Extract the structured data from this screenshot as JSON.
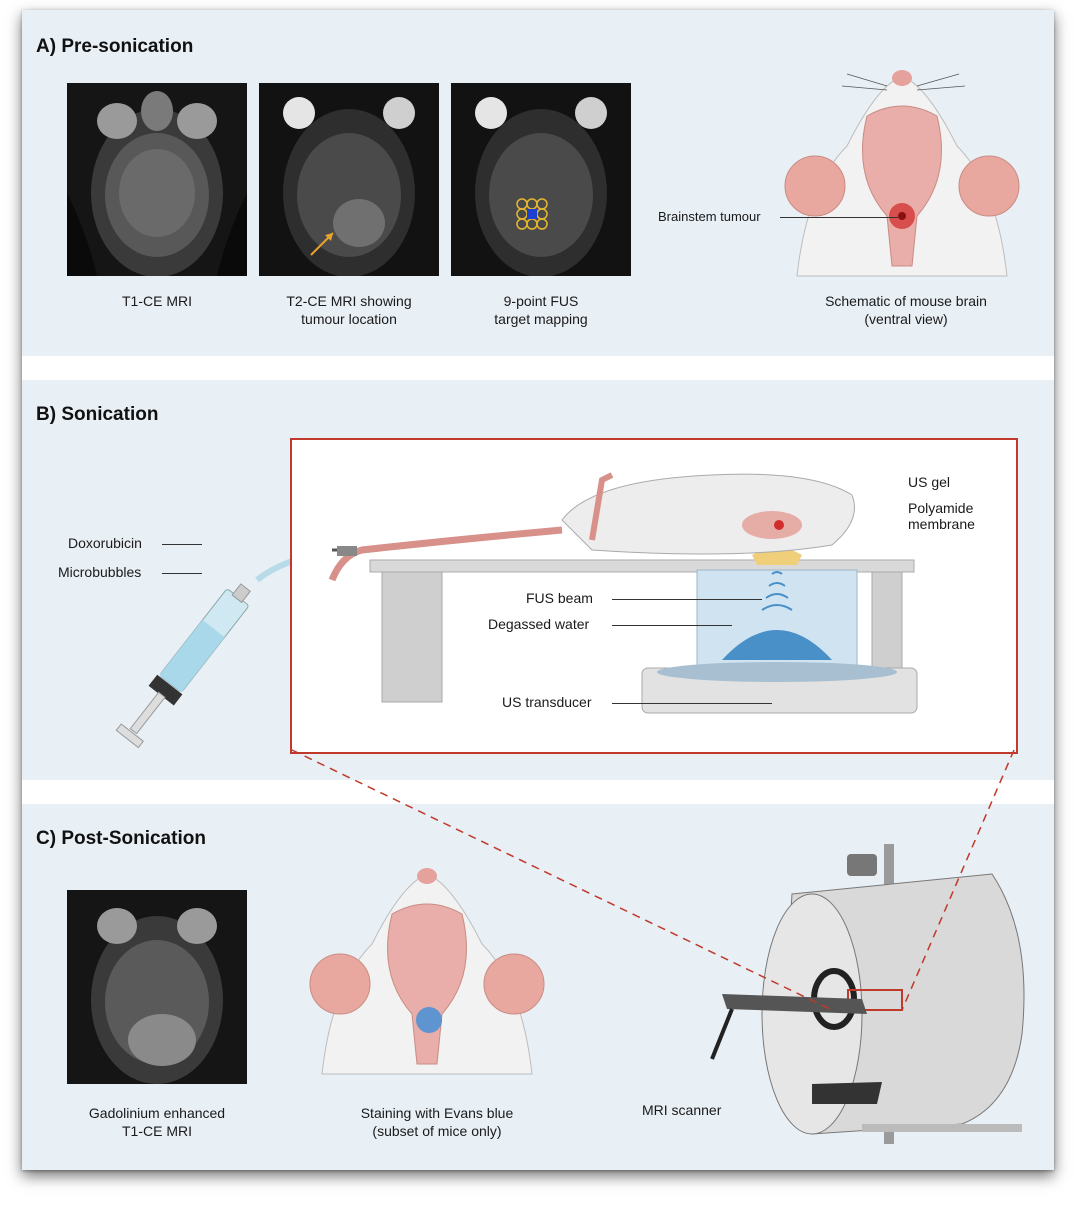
{
  "panels": {
    "pre": {
      "title": "A) Pre-sonication",
      "captions": {
        "t1": "T1-CE MRI",
        "t2_line1": "T2-CE MRI showing",
        "t2_line2": "tumour location",
        "map_line1": "9-point FUS",
        "map_line2": "target mapping",
        "schematic_line1": "Schematic of mouse brain",
        "schematic_line2": "(ventral view)"
      },
      "labels": {
        "tumour": "Brainstem tumour"
      }
    },
    "son": {
      "title": "B) Sonication",
      "labels": {
        "doxorubicin": "Doxorubicin",
        "microbubbles": "Microbubbles",
        "us_gel": "US gel",
        "membrane_line1": "Polyamide",
        "membrane_line2": "membrane",
        "fus_beam": "FUS beam",
        "water": "Degassed water",
        "transducer": "US transducer"
      }
    },
    "post": {
      "title": "C) Post-Sonication",
      "captions": {
        "gad_line1": "Gadolinium enhanced",
        "gad_line2": "T1-CE MRI",
        "evans_line1": "Staining with Evans blue",
        "evans_line2": "(subset of mice only)",
        "scanner": "MRI scanner"
      }
    }
  },
  "colors": {
    "panel_bg": "#e8eff5",
    "frame_red": "#c0392b",
    "tumour_red": "#d22d2d",
    "evans_blue": "#3b8fd9",
    "fus_blue": "#4a90c8",
    "target_blue": "#1f3fd0",
    "target_ring": "#e5b830"
  }
}
